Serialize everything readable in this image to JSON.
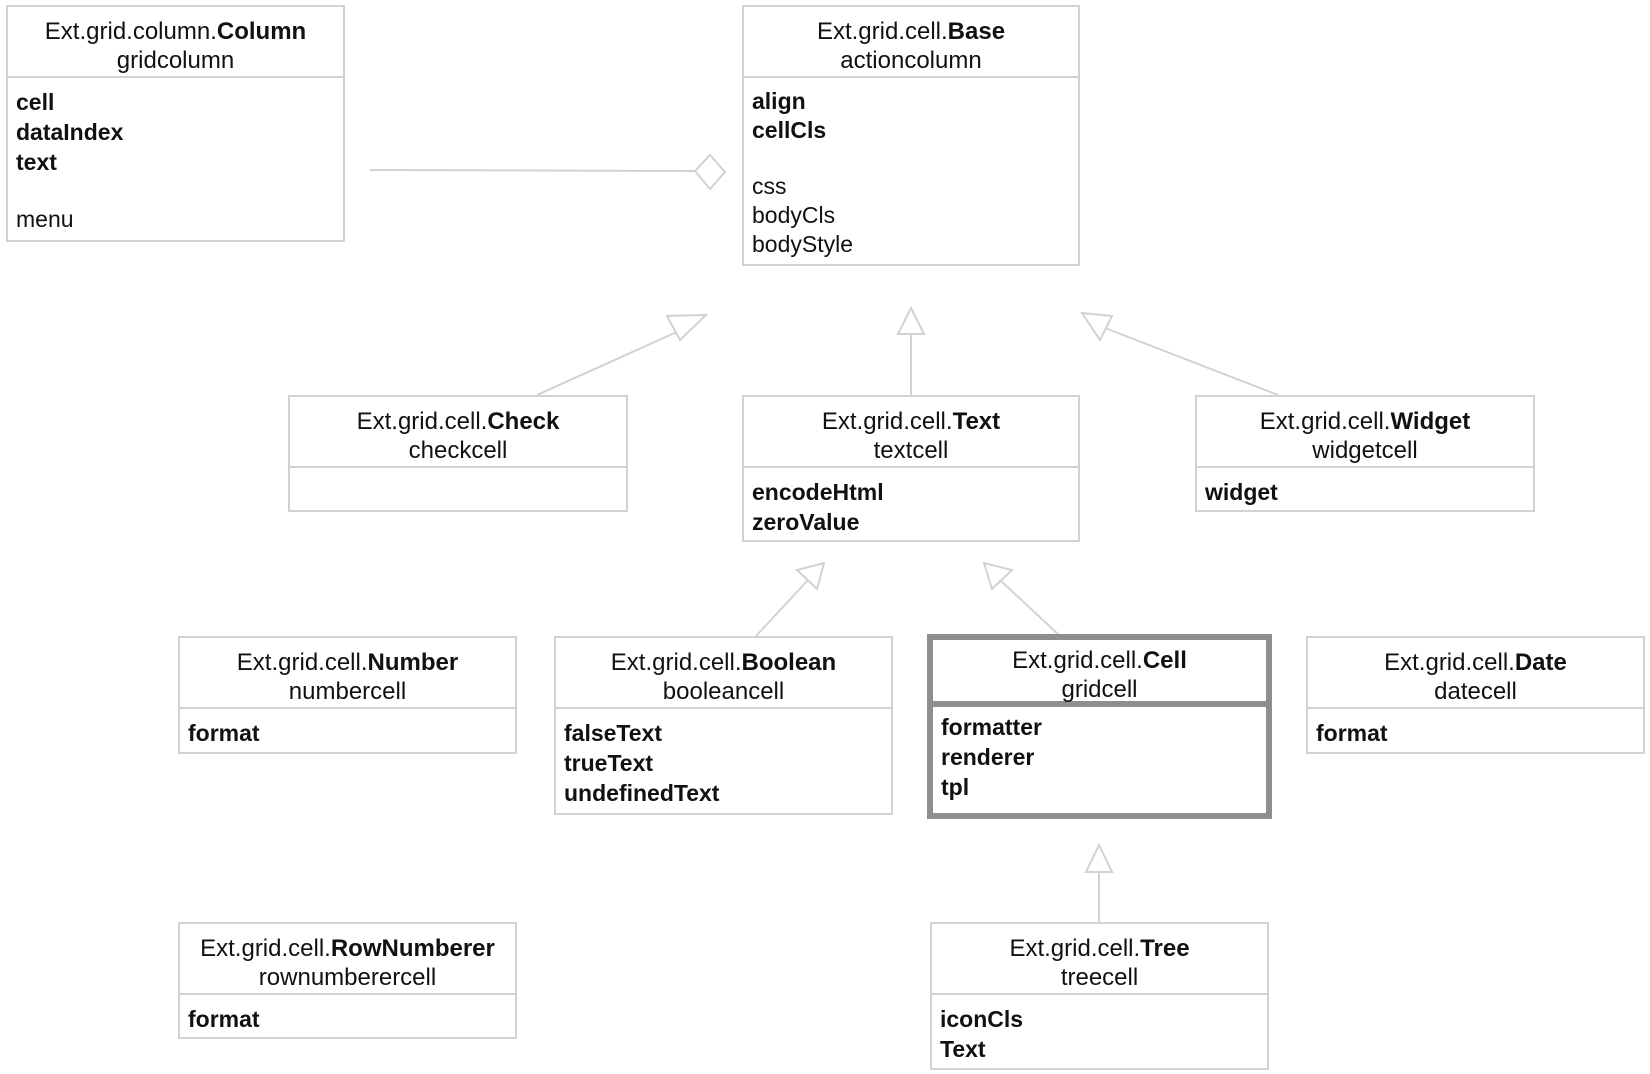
{
  "classes": {
    "column": {
      "prefix": "Ext.grid.column.",
      "short": "Column",
      "xtype": "gridcolumn",
      "attrs": [
        "cell",
        "dataIndex",
        "text"
      ],
      "extra": [
        "menu"
      ]
    },
    "base": {
      "prefix": "Ext.grid.cell.",
      "short": "Base",
      "xtype": "actioncolumn",
      "attrs": [
        "align",
        "cellCls"
      ],
      "extra": [
        "css",
        "bodyCls",
        "bodyStyle"
      ]
    },
    "check": {
      "prefix": "Ext.grid.cell.",
      "short": "Check",
      "xtype": "checkcell",
      "attrs": []
    },
    "text": {
      "prefix": "Ext.grid.cell.",
      "short": "Text",
      "xtype": "textcell",
      "attrs": [
        "encodeHtml",
        "zeroValue"
      ]
    },
    "widget": {
      "prefix": "Ext.grid.cell.",
      "short": "Widget",
      "xtype": "widgetcell",
      "attrs": [
        "widget"
      ]
    },
    "number": {
      "prefix": "Ext.grid.cell.",
      "short": "Number",
      "xtype": "numbercell",
      "attrs": [
        "format"
      ]
    },
    "boolean": {
      "prefix": "Ext.grid.cell.",
      "short": "Boolean",
      "xtype": "booleancell",
      "attrs": [
        "falseText",
        "trueText",
        "undefinedText"
      ]
    },
    "cell": {
      "prefix": "Ext.grid.cell.",
      "short": "Cell",
      "xtype": "gridcell",
      "attrs": [
        "formatter",
        "renderer",
        "tpl"
      ]
    },
    "date": {
      "prefix": "Ext.grid.cell.",
      "short": "Date",
      "xtype": "datecell",
      "attrs": [
        "format"
      ]
    },
    "rownumberer": {
      "prefix": "Ext.grid.cell.",
      "short": "RowNumberer",
      "xtype": "rownumberercell",
      "attrs": [
        "format"
      ]
    },
    "tree": {
      "prefix": "Ext.grid.cell.",
      "short": "Tree",
      "xtype": "treecell",
      "attrs": [
        "iconCls",
        "Text"
      ]
    }
  },
  "colors": {
    "line": "#d2d2d2",
    "selected_border": "#8e8e8e",
    "text": "#111111"
  }
}
